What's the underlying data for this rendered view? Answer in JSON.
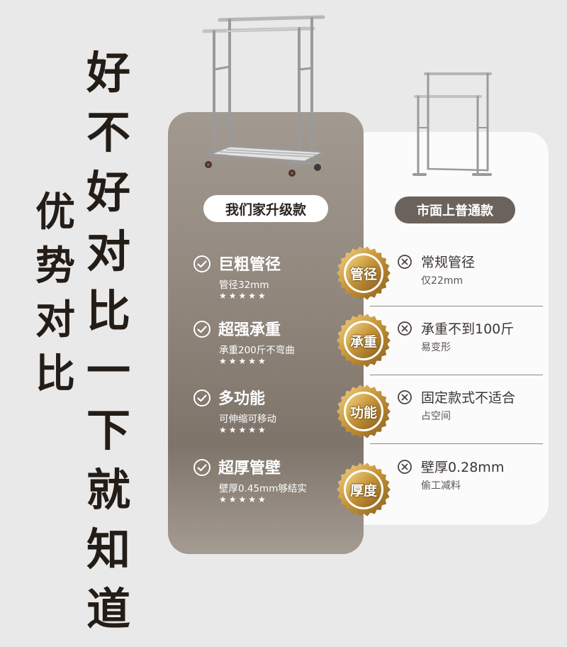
{
  "headline": {
    "big_column": [
      "好",
      "不",
      "好",
      "对",
      "比",
      "一",
      "下",
      "就",
      "知",
      "道"
    ],
    "small_column": [
      "优",
      "势",
      "对",
      "比"
    ]
  },
  "labels": {
    "ours": "我们家升级款",
    "common": "市面上普通款"
  },
  "comparisons": [
    {
      "good_title": "巨粗管径",
      "good_sub": "管径32mm",
      "stars": "★★★★★",
      "badge": "管径",
      "bad_title": "常规管径",
      "bad_sub": "仅22mm"
    },
    {
      "good_title": "超强承重",
      "good_sub": "承重200斤不弯曲",
      "stars": "★★★★★",
      "badge": "承重",
      "bad_title": "承重不到100斤",
      "bad_sub": "易变形"
    },
    {
      "good_title": "多功能",
      "good_sub": "可伸缩可移动",
      "stars": "★★★★★",
      "badge": "功能",
      "bad_title": "固定款式不适合",
      "bad_sub": "占空间"
    },
    {
      "good_title": "超厚管壁",
      "good_sub": "壁厚0.45mm够结实",
      "stars": "★★★★★",
      "badge": "厚度",
      "bad_title": "壁厚0.28mm",
      "bad_sub": "偷工减料"
    }
  ],
  "icons": {
    "good": "check-circle-icon",
    "bad": "cross-circle-icon",
    "badge": "gold-seal-icon"
  },
  "colors": {
    "brown_panel": "#8f857b",
    "white_panel": "#fbfbfb",
    "common_pill": "#6b625c",
    "gold": "#c8963a",
    "background": "#e9e9e9"
  }
}
